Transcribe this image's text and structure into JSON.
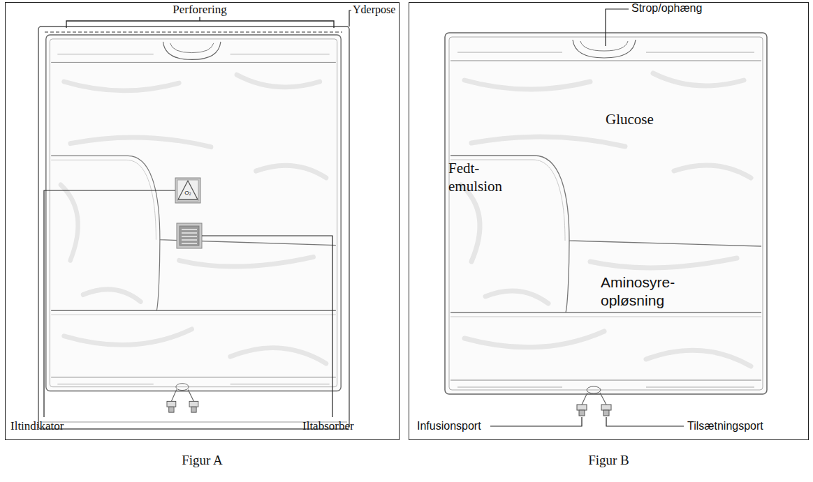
{
  "diagram": {
    "nodes": [
      {
        "text": [
          "Figur A"
        ]
      },
      {
        "text": [
          "Figur B"
        ]
      },
      {
        "text": [
          "Glucose"
        ],
        "in": 1
      },
      {
        "text": [
          "Fedt- emulsion"
        ],
        "in": 1
      },
      {
        "text": [
          "Aminosyre- opløsning"
        ],
        "in": 1
      }
    ],
    "labels": [
      "Perforering",
      "Yderpose",
      "O₂",
      "Iltindikator",
      "Iltabsorber",
      "Strop/ophæng",
      "Infusionsport",
      "Tilsætningsport"
    ]
  }
}
